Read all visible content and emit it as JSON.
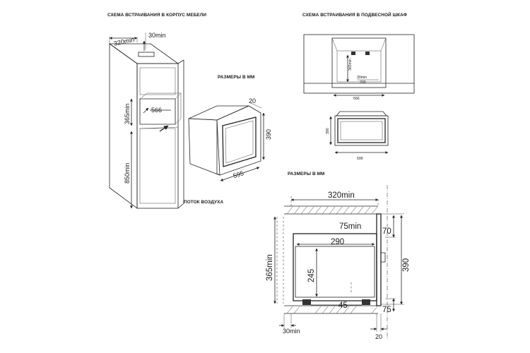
{
  "headers": {
    "furniture_scheme": "СХЕМА ВСТРАИВАНИЯ В КОРПУС МЕБЕЛИ",
    "wall_cabinet_scheme": "СХЕМА ВСТРАИВАНИЯ В ПОДВЕСНОЙ ШКАФ",
    "sizes_mm_1": "РАЗМЕРЫ В ММ",
    "airflow": "ПОТОК ВОЗДУХА",
    "sizes_mm_2": "РАЗМЕРЫ В ММ"
  },
  "cabinet": {
    "depth": "320min",
    "top_gap": "30min",
    "niche_width": "566",
    "niche_height": "365min",
    "base_height": "850min"
  },
  "oven": {
    "depth": "20",
    "height": "390",
    "width": "595"
  },
  "wall_cabinet": {
    "niche_height": "365min",
    "top_gap": "30min",
    "depth": "290",
    "width": "566",
    "front_height": "390",
    "front_width": "595"
  },
  "section": {
    "depth_min": "320min",
    "rear_gap": "75min",
    "top_offset": "70",
    "inner_depth": "290",
    "total_height": "390",
    "niche_height": "365min",
    "inner_height": "245",
    "foot_gap": "45",
    "bottom_offset": "75",
    "bottom_gap": "30min",
    "front_thickness": "20"
  }
}
